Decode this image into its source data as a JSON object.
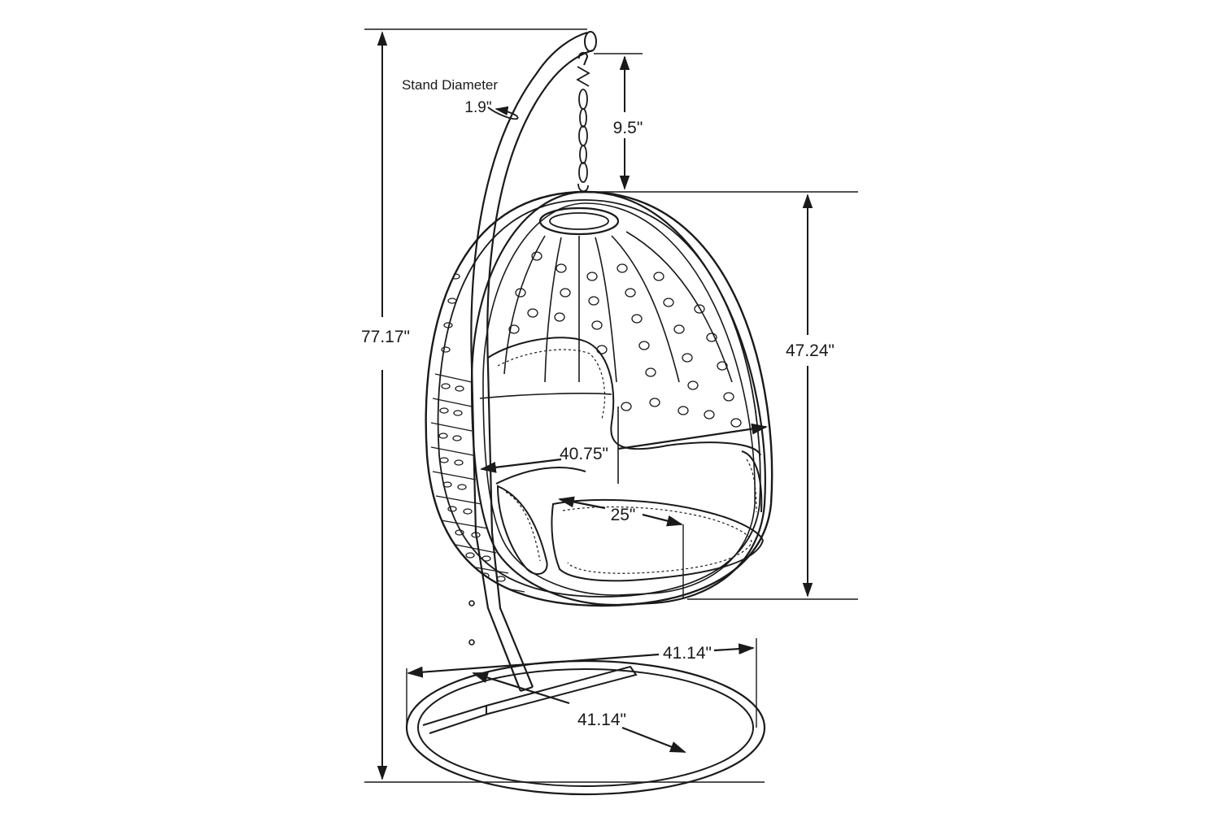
{
  "diagram": {
    "stand_diameter_label": "Stand Diameter",
    "stand_diameter_value": "1.9\"",
    "chain_length": "9.5\"",
    "total_height": "77.17\"",
    "egg_height": "47.24\"",
    "egg_width": "40.75\"",
    "seat_depth": "25\"",
    "base_width": "41.14\"",
    "base_depth": "41.14\""
  },
  "colors": {
    "ink": "#1a1a1a",
    "background": "#ffffff"
  }
}
